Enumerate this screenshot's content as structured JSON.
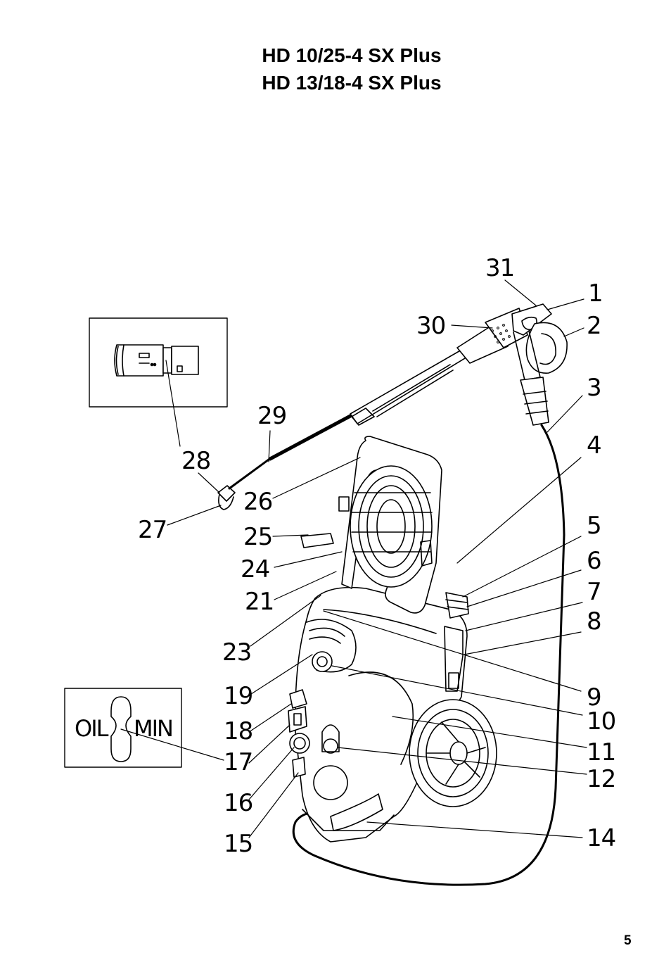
{
  "title_lines": [
    "HD 10/25-4 SX Plus",
    "HD 13/18-4 SX Plus"
  ],
  "page_number": "5",
  "oil_gauge": {
    "left_label": "OIL",
    "right_label": "MIN"
  },
  "callouts": [
    {
      "id": "c31",
      "label": "31"
    },
    {
      "id": "c1",
      "label": "1"
    },
    {
      "id": "c30",
      "label": "30"
    },
    {
      "id": "c2",
      "label": "2"
    },
    {
      "id": "c3",
      "label": "3"
    },
    {
      "id": "c29",
      "label": "29"
    },
    {
      "id": "c4",
      "label": "4"
    },
    {
      "id": "c28",
      "label": "28"
    },
    {
      "id": "c26",
      "label": "26"
    },
    {
      "id": "c27",
      "label": "27"
    },
    {
      "id": "c25",
      "label": "25"
    },
    {
      "id": "c5",
      "label": "5"
    },
    {
      "id": "c6",
      "label": "6"
    },
    {
      "id": "c24",
      "label": "24"
    },
    {
      "id": "c21",
      "label": "21"
    },
    {
      "id": "c7",
      "label": "7"
    },
    {
      "id": "c8",
      "label": "8"
    },
    {
      "id": "c23",
      "label": "23"
    },
    {
      "id": "c19",
      "label": "19"
    },
    {
      "id": "c9",
      "label": "9"
    },
    {
      "id": "c10",
      "label": "10"
    },
    {
      "id": "c18",
      "label": "18"
    },
    {
      "id": "c11",
      "label": "11"
    },
    {
      "id": "c17",
      "label": "17"
    },
    {
      "id": "c12",
      "label": "12"
    },
    {
      "id": "c16",
      "label": "16"
    },
    {
      "id": "c14",
      "label": "14"
    },
    {
      "id": "c15",
      "label": "15"
    }
  ]
}
